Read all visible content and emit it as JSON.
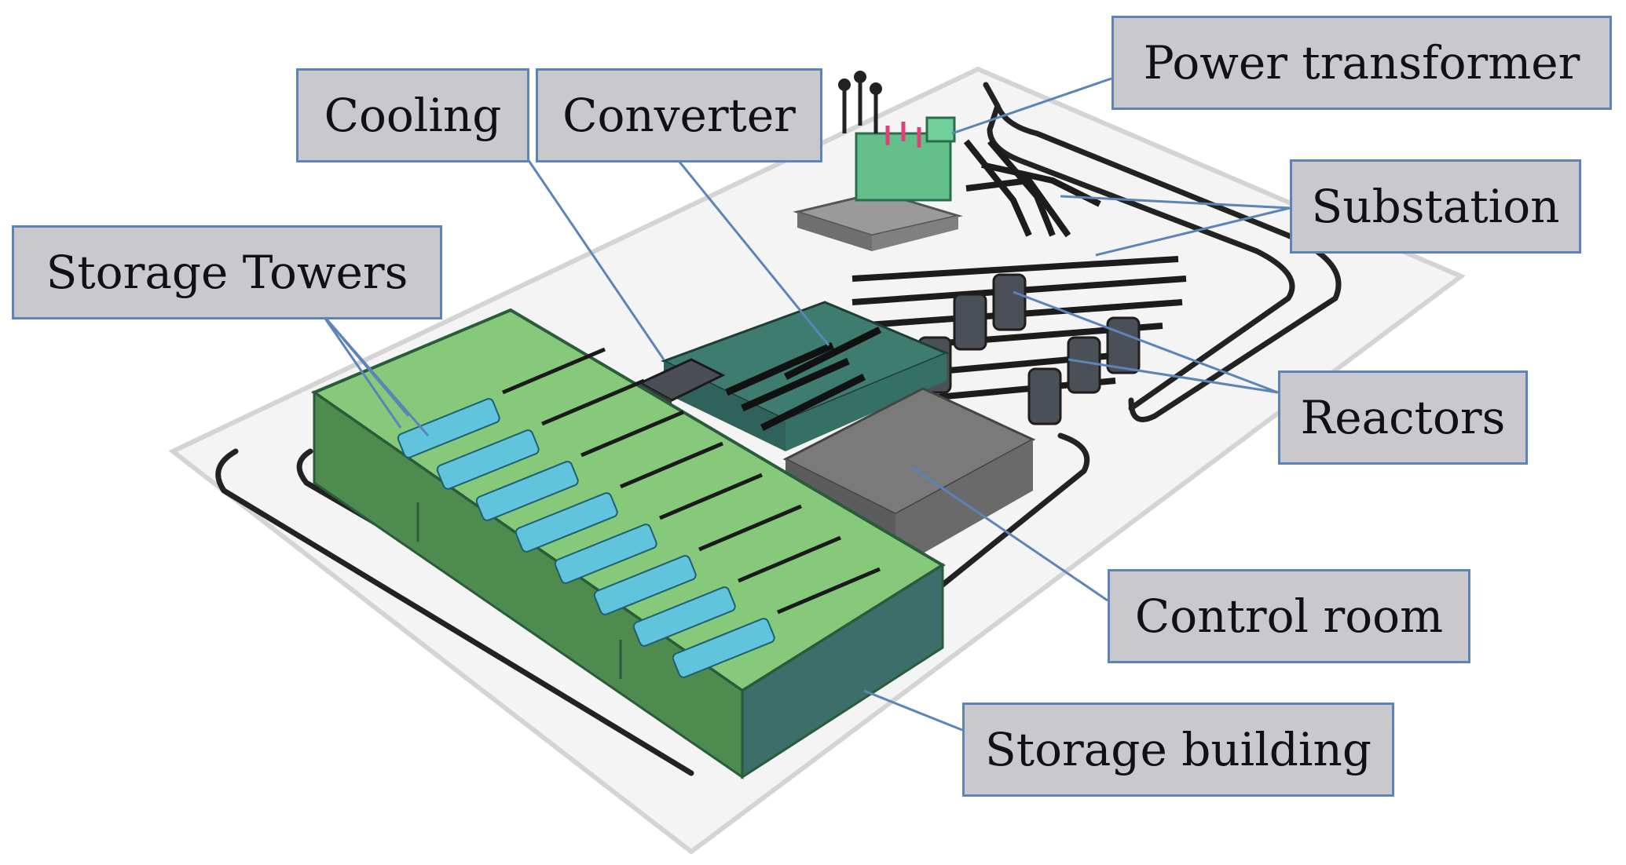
{
  "labels": {
    "power_transformer": "Power transformer",
    "cooling": "Cooling",
    "converter": "Converter",
    "substation": "Substation",
    "storage_towers": "Storage Towers",
    "reactors": "Reactors",
    "control_room": "Control room",
    "storage_building": "Storage building"
  },
  "colors": {
    "label_fill": "#c9c9cd",
    "label_border": "#5c84b8",
    "leader_line": "#5c84b8",
    "building_green": "#7ec86a",
    "building_wall_dark": "#3f7a6a",
    "tower_blue": "#5cc0d8",
    "control_room_grey": "#6e6e6e",
    "ground_slab": "#f2f2f2"
  }
}
